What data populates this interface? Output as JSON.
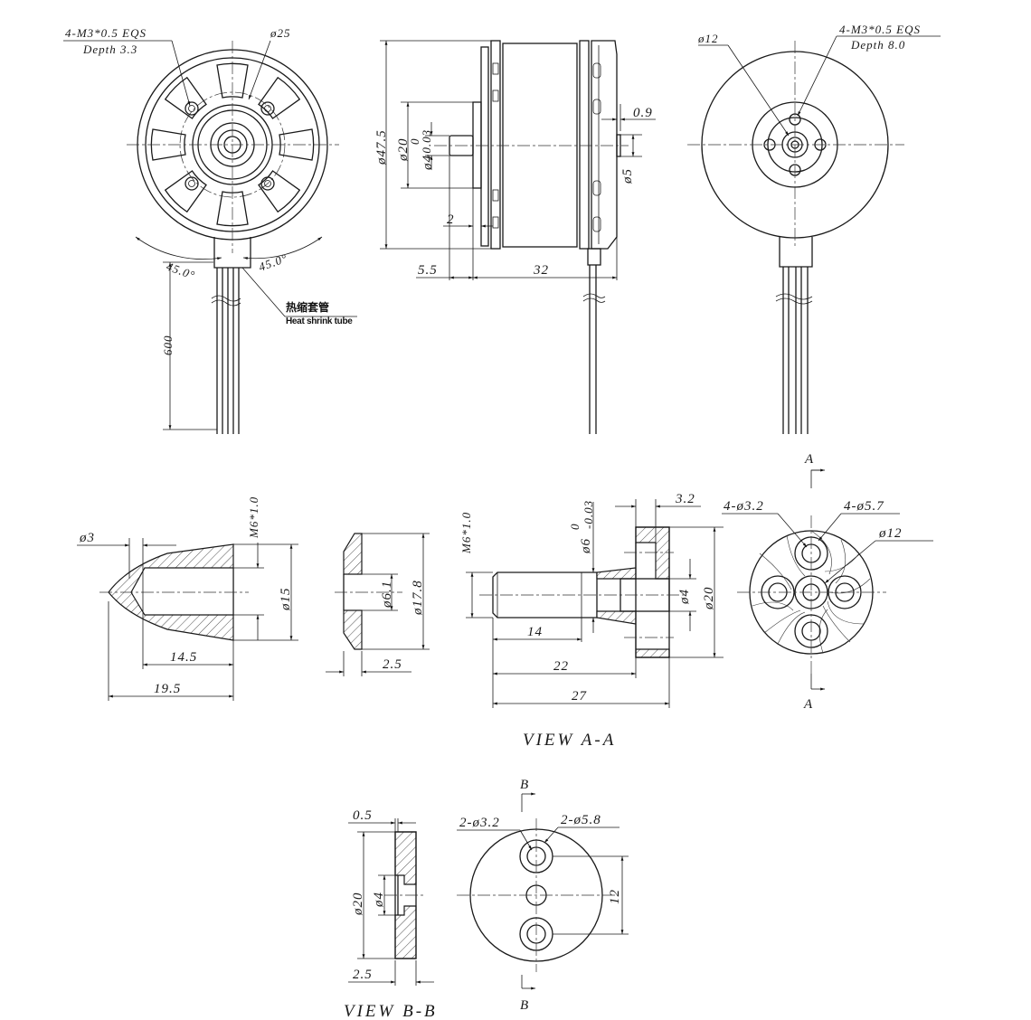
{
  "front_view": {
    "thread_note": "4-M3*0.5 EQS",
    "depth_note": "Depth 3.3",
    "dia_label": "ø25",
    "angle_left": "45.0°",
    "angle_right": "45.0°",
    "heat_shrink_cn": "热缩套管",
    "heat_shrink_en": "Heat shrink tube",
    "lead_length": "600"
  },
  "side_view": {
    "body_dia": "ø47.5",
    "flange_dia": "ø20",
    "shaft_dia": "ø4",
    "shaft_tol_upper": "0",
    "shaft_tol_lower": "-0.03",
    "step": "2",
    "shaft_length": "5.5",
    "body_length": "32",
    "rear_gap": "0.9",
    "rear_dia": "ø5"
  },
  "rear_view": {
    "dia_label": "ø12",
    "thread_note": "4-M3*0.5 EQS",
    "depth_note": "Depth 8.0"
  },
  "spinner": {
    "tip_dia": "ø3",
    "thread": "M6*1.0",
    "base_dia": "ø15",
    "bore_length": "14.5",
    "total_length": "19.5"
  },
  "washer": {
    "inner_dia": "ø6.1",
    "outer_dia": "ø17.8",
    "thickness": "2.5"
  },
  "prop_adapter": {
    "thread": "M6*1.0",
    "shaft_dia": "ø6",
    "shaft_tol_upper": "0",
    "shaft_tol_lower": "-0.03",
    "flange_thickness": "3.2",
    "bore_dia": "ø4",
    "flange_dia": "ø20",
    "thread_length": "14",
    "shaft_length": "22",
    "total_length": "27"
  },
  "view_aa": {
    "section_mark_top": "A",
    "section_mark_bottom": "A",
    "small_holes": "4-ø3.2",
    "large_holes": "4-ø5.7",
    "center_dia": "ø12",
    "title": "VIEW A-A"
  },
  "view_bb": {
    "section_mark_top": "B",
    "section_mark_bottom": "B",
    "recess": "0.5",
    "small_holes": "2-ø3.2",
    "large_holes": "2-ø5.8",
    "outer_dia": "ø20",
    "bore_dia": "ø4",
    "hole_spacing": "12",
    "thickness": "2.5",
    "title": "VIEW B-B"
  }
}
